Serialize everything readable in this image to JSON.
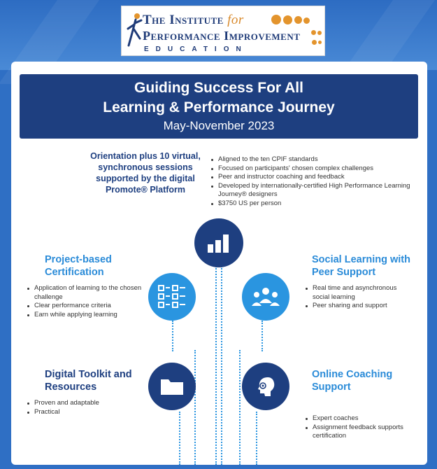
{
  "logo": {
    "line1_main": "The Institute",
    "line1_for": "for",
    "line2": "Performance Improvement",
    "line3": "EDUCATION"
  },
  "banner": {
    "title_line1": "Guiding Success For All",
    "title_line2": "Learning & Performance Journey",
    "dates": "May-November 2023"
  },
  "intro": {
    "text": "Orientation plus 10 virtual, synchronous sessions supported by the digital Promote® Platform"
  },
  "top_bullets": [
    "Aligned to the ten CPIF standards",
    "Focused on participants' chosen complex challenges",
    "Peer and instructor coaching and feedback",
    "Developed by internationally-certified High Performance Learning Journey® designers",
    "$3750 US per person"
  ],
  "sections": {
    "project": {
      "title": "Project-based Certification",
      "bullets": [
        "Application of learning to the chosen challenge",
        "Clear performance criteria",
        "Earn while applying learning"
      ]
    },
    "social": {
      "title": "Social Learning with Peer Support",
      "bullets": [
        "Real time and asynchronous social learning",
        "Peer sharing and support"
      ]
    },
    "toolkit": {
      "title": "Digital Toolkit and Resources",
      "bullets": [
        "Proven and adaptable",
        "Practical"
      ]
    },
    "coaching": {
      "title": "Online Coaching Support",
      "bullets": [
        "Expert coaches",
        "Assignment feedback supports certification"
      ]
    }
  },
  "icons": {
    "top": "bar-chart-icon",
    "project": "checklist-icon",
    "social": "group-icon",
    "toolkit": "folder-icon",
    "coaching": "headset-icon"
  },
  "colors": {
    "navy": "#1e3f80",
    "sky": "#2a95e0",
    "orange": "#e3942d",
    "background": "#2f6fc4"
  }
}
